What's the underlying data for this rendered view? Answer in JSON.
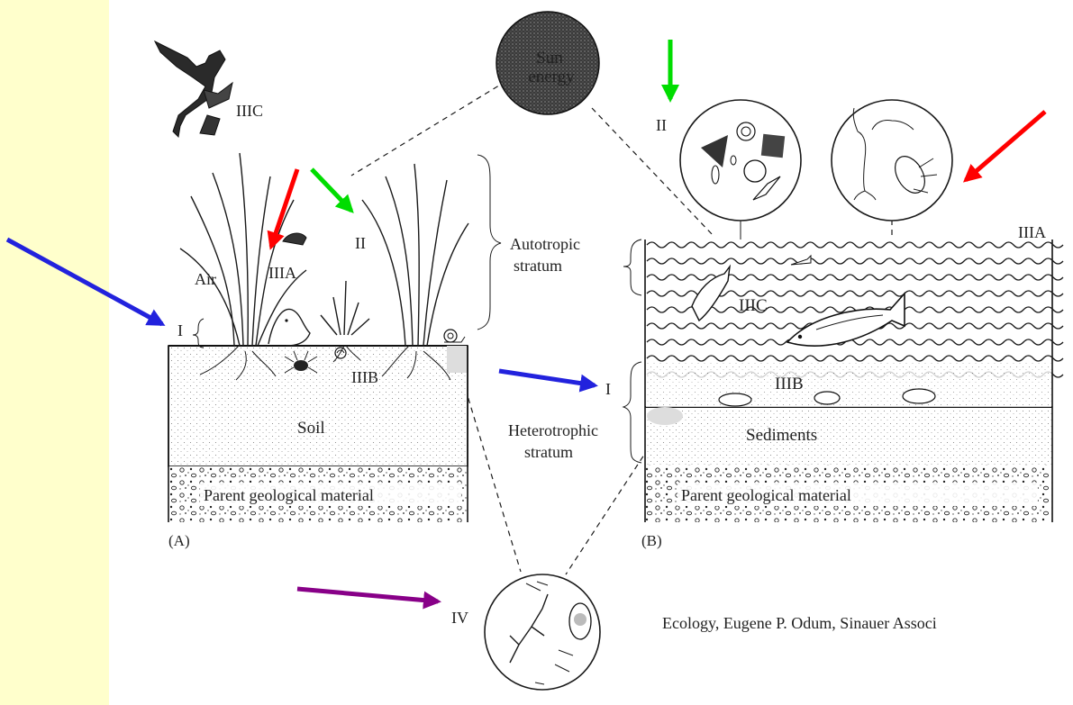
{
  "colors": {
    "background": "#ffffcc",
    "panel": "#ffffff",
    "arrow_red": "#ff0000",
    "arrow_green": "#00dd00",
    "arrow_blue": "#2222dd",
    "arrow_purple": "#880088"
  },
  "sun": {
    "line1": "Sun",
    "line2": "energy"
  },
  "terrestrial": {
    "bird_label": "IIIC",
    "producer_label": "II",
    "herbivore_label": "IIIA",
    "air_label": "Air",
    "interface_label": "I",
    "soil_fauna_label": "IIIB",
    "soil_label": "Soil",
    "bedrock_label": "Parent geological material",
    "panel_label": "(A)"
  },
  "aquatic": {
    "phytoplankton_label": "II",
    "zooplankton_label": "IIIA",
    "fish_label": "IIIC",
    "benthos_label": "IIIB",
    "interface_label": "I",
    "sediment_label": "Sediments",
    "bedrock_label": "Parent geological material",
    "panel_label": "(B)"
  },
  "strata": {
    "autotrophic_line1": "Autotropic",
    "autotrophic_line2": "stratum",
    "heterotrophic_line1": "Heterotrophic",
    "heterotrophic_line2": "stratum"
  },
  "decomposers_label": "IV",
  "citation": "Ecology, Eugene P. Odum, Sinauer Associ",
  "icons": [
    "hawk-icon",
    "grass-icon",
    "snail-icon",
    "beetle-icon",
    "fish-icon",
    "phytoplankton-icon",
    "zooplankton-icon",
    "bacteria-icon",
    "sun-icon"
  ]
}
